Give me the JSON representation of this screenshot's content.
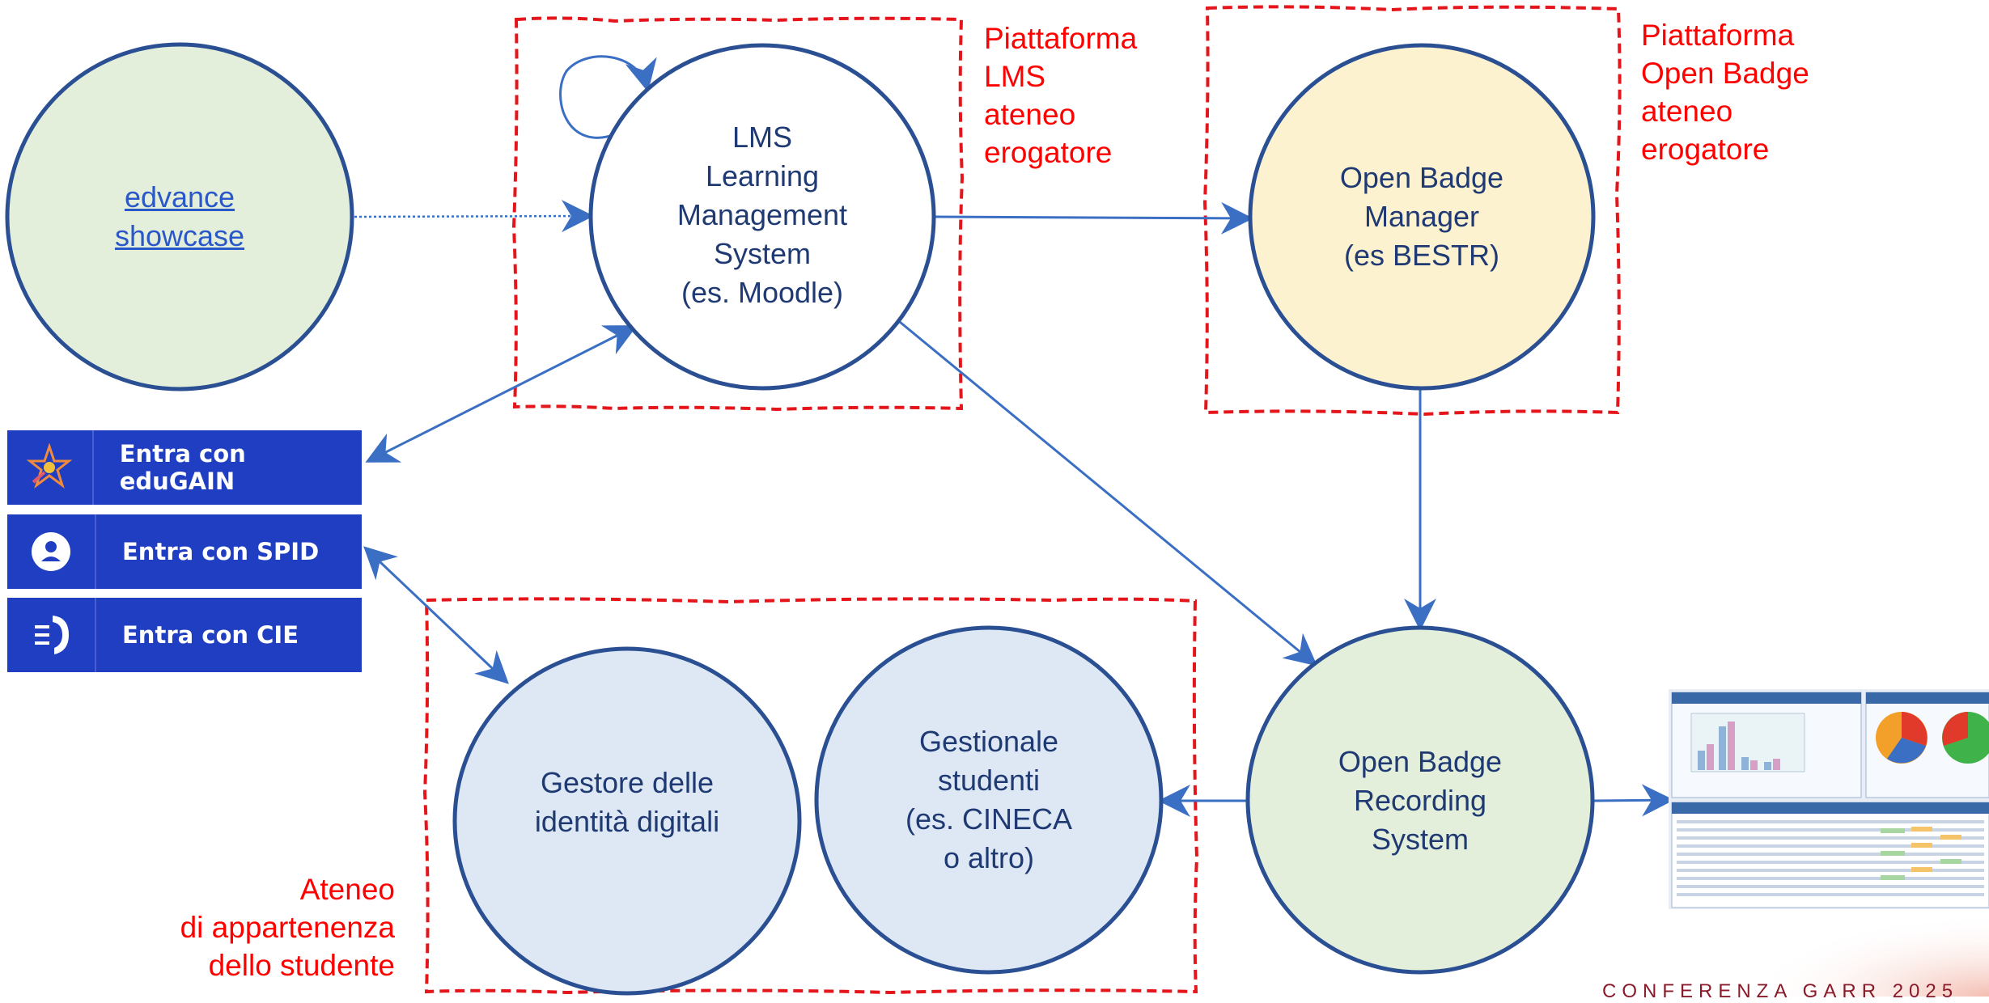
{
  "nodes": {
    "edvance": "edvance\nshowcase",
    "lms": "LMS\nLearning\nManagement\nSystem\n(es. Moodle)",
    "badge_manager": "Open Badge\nManager\n(es BESTR)",
    "badge_recording": "Open Badge\nRecording\nSystem",
    "identity": "Gestore delle\nidentità digitali",
    "gestionale": "Gestionale\nstudenti\n(es. CINECA\no altro)"
  },
  "regions": {
    "lms_platform": "Piattaforma\nLMS\nateneo\nerogatore",
    "badge_platform": "Piattaforma\nOpen Badge\nateneo\nerogatore",
    "home_university": "Ateneo\ndi appartenenza\ndello studente"
  },
  "login_buttons": [
    {
      "label": "Entra con eduGAIN",
      "icon": "edugain-icon"
    },
    {
      "label": "Entra con SPID",
      "icon": "spid-icon"
    },
    {
      "label": "Entra con CIE",
      "icon": "cie-icon"
    }
  ],
  "footer": "CONFERENZA GARR 2025",
  "colors": {
    "node_stroke": "#2a4f92",
    "arrow": "#3a6fc4",
    "region_dash": "#e4161b",
    "region_text": "#ff0000",
    "node_green": "#e3efda",
    "node_yellow": "#fdf2d0",
    "node_blue": "#dde8f4",
    "login_button": "#1f3ec2"
  }
}
